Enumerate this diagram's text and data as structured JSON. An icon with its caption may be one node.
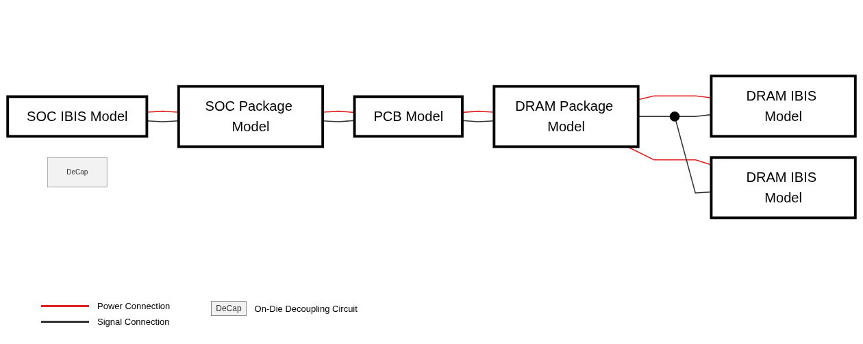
{
  "diagram": {
    "nodes": [
      {
        "text": [
          "SOC IBIS Model"
        ]
      },
      {
        "text": [
          "DeCap"
        ]
      },
      {
        "text": [
          "SOC Package Model"
        ]
      },
      {
        "text": [
          "PCB Model"
        ]
      },
      {
        "text": [
          "DRAM Package Model"
        ]
      },
      {
        "text": [
          "DRAM IBIS Model"
        ]
      },
      {
        "text": [
          "DRAM IBIS Model"
        ]
      },
      {
        "text": [],
        "shape": "circle"
      }
    ],
    "edges": [
      {
        "from": 0,
        "to": 2,
        "arrow": "none",
        "color": "#e02020"
      },
      {
        "from": 0,
        "to": 2,
        "arrow": "none"
      },
      {
        "from": 2,
        "to": 3,
        "arrow": "none",
        "color": "#e02020"
      },
      {
        "from": 2,
        "to": 3,
        "arrow": "none"
      },
      {
        "from": 3,
        "to": 4,
        "arrow": "none",
        "color": "#e02020"
      },
      {
        "from": 3,
        "to": 4,
        "arrow": "none"
      },
      {
        "from": 4,
        "to": 5,
        "arrow": "none",
        "color": "#e02020"
      },
      {
        "from": 4,
        "to": 6,
        "arrow": "none",
        "color": "#e02020"
      },
      {
        "from": 4,
        "to": 7,
        "arrow": "none"
      },
      {
        "from": 7,
        "to": 5,
        "arrow": "none"
      },
      {
        "from": 7,
        "to": 6,
        "arrow": "none"
      }
    ],
    "labels": [
      "DeCap"
    ],
    "legend": [
      {
        "text": "Power Connection",
        "color": "#e02020"
      },
      {
        "text": "Signal Connection",
        "color": "#333333"
      },
      {
        "text": "On-Die Decoupling Circuit"
      }
    ]
  }
}
